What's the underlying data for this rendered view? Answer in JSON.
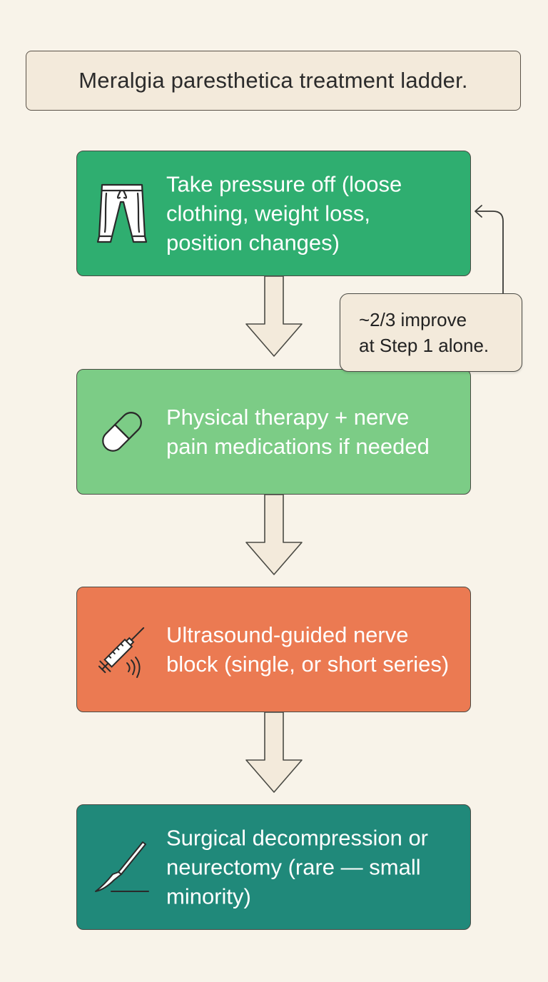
{
  "title": "Meralgia paresthetica treatment ladder.",
  "steps": [
    {
      "text": "Take pressure off (loose clothing, weight loss, position changes)",
      "icon": "pants-icon",
      "color": "#2fae70"
    },
    {
      "text": "Physical therapy + nerve pain medications if needed",
      "icon": "pill-capsule-icon",
      "color": "#7ccc86"
    },
    {
      "text": "Ultrasound-guided nerve block (single, or short series)",
      "icon": "syringe-icon",
      "color": "#eb7a52"
    },
    {
      "text": "Surgical decompression or neurectomy (rare — small minority)",
      "icon": "scalpel-icon",
      "color": "#20897a"
    }
  ],
  "note": {
    "line1": "~2/3 improve",
    "line2": "at Step 1 alone."
  }
}
